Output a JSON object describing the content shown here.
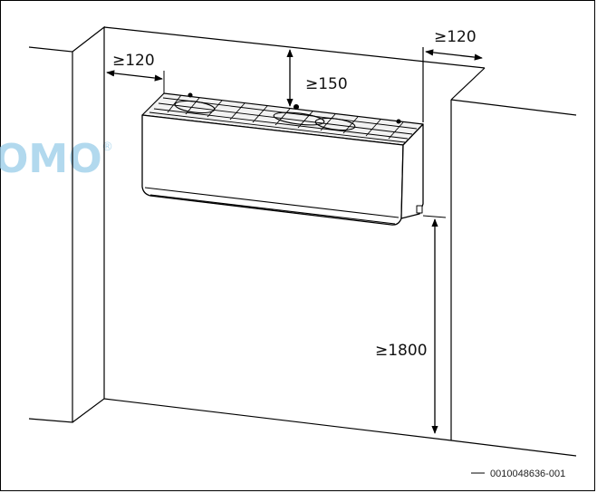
{
  "dimensions": {
    "left_clearance": "≥120",
    "top_clearance": "≥150",
    "right_clearance": "≥120",
    "floor_height": "≥1800"
  },
  "reference_code": "0010048636-001",
  "watermark": {
    "text": "OMO",
    "mark": "®"
  },
  "colors": {
    "line": "#000000",
    "watermark": "#9fd0ea"
  }
}
